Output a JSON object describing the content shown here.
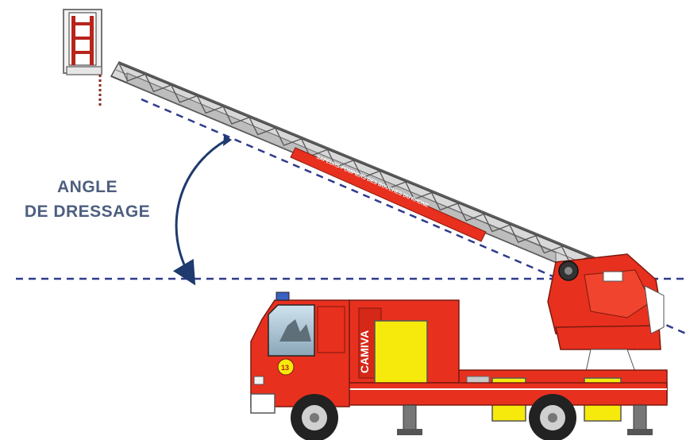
{
  "annotation": {
    "line1": "ANGLE",
    "line2": "DE DRESSAGE"
  },
  "ladder": {
    "banner_text": "SAPEURS-POMPIERS DES BOUCHES DU RHONE"
  },
  "truck": {
    "side_text": "CAMIVA",
    "door_emblem": "13"
  },
  "colors": {
    "truck_red": "#e8301e",
    "truck_red_dark": "#b81e10",
    "panel_yellow": "#f5ea0c",
    "ladder_grey": "#d8d8d8",
    "guide_navy": "#2f3b8c",
    "arrow_navy": "#1e3a6e",
    "label_slate": "#4d5f7f"
  }
}
